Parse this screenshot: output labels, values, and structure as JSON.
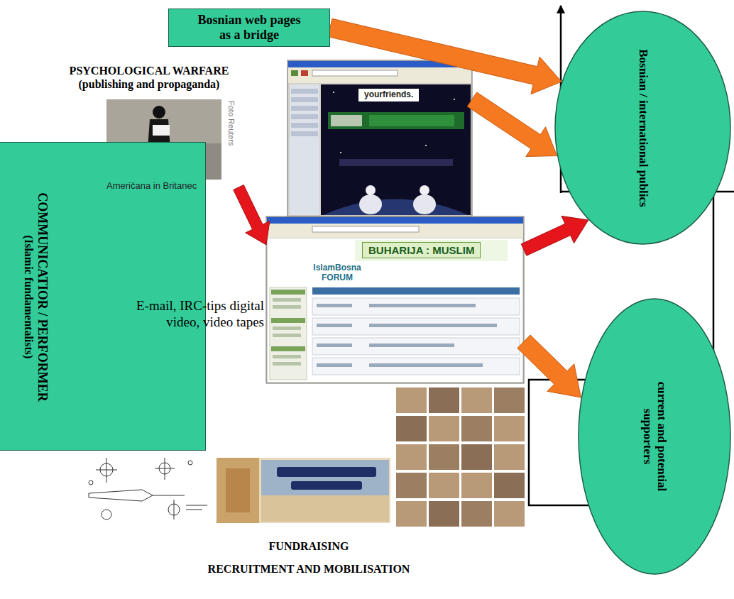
{
  "diagram": {
    "nodes": [
      {
        "text": [
          "Bosnian web pages as a bridge"
        ]
      },
      {
        "text": [
          "COMMUNICATIOR / PERFORMER",
          "(Islamic fundamentalists)"
        ]
      },
      {
        "text": [
          "yourfriends."
        ]
      },
      {
        "text": [
          "Foto Reuters",
          "Američana in Britanec"
        ]
      },
      {
        "text": [
          "BUHARIJA : MUSLIM",
          "IslamBosna FORUM"
        ]
      },
      {
        "text": [
          "Bosnian / international publics"
        ]
      },
      {
        "text": [
          "current and potential supporters"
        ]
      }
    ],
    "edges": [
      {
        "from": 0,
        "to": 5,
        "arrow": "to"
      },
      {
        "from": 2,
        "to": 5,
        "arrow": "to"
      },
      {
        "from": 3,
        "to": 4,
        "arrow": "to"
      },
      {
        "from": 4,
        "to": 5,
        "arrow": "to"
      },
      {
        "from": 4,
        "to": 6,
        "arrow": "to"
      }
    ],
    "labels": [
      "PSYCHOLOGICAL WARFARE (publishing and propaganda)",
      "E-mail, IRC-tips digital video, video tapes",
      "FUNDRAISING",
      "RECRUITMENT AND MOBILISATION"
    ]
  }
}
